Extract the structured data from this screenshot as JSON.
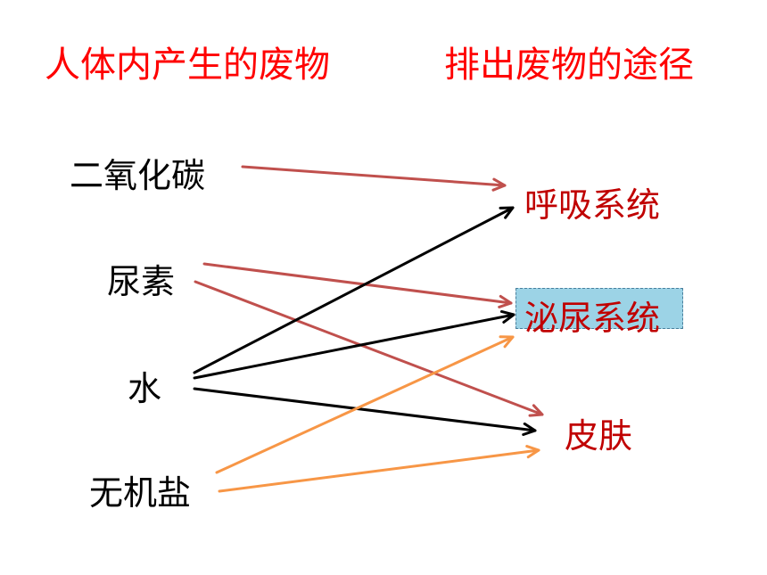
{
  "titles": {
    "left": "人体内产生的废物",
    "right": "排出废物的途径"
  },
  "wastes": [
    "二氧化碳",
    "尿素",
    "水",
    "无机盐"
  ],
  "routes": [
    "呼吸系统",
    "泌尿系统",
    "皮肤"
  ],
  "highlighted_route": "泌尿系统",
  "connections": [
    {
      "from": "二氧化碳",
      "to": "呼吸系统",
      "color": "#c0504d"
    },
    {
      "from": "尿素",
      "to": "泌尿系统",
      "color": "#c0504d"
    },
    {
      "from": "尿素",
      "to": "皮肤",
      "color": "#c0504d"
    },
    {
      "from": "水",
      "to": "呼吸系统",
      "color": "#000000"
    },
    {
      "from": "水",
      "to": "泌尿系统",
      "color": "#000000"
    },
    {
      "from": "水",
      "to": "皮肤",
      "color": "#000000"
    },
    {
      "from": "无机盐",
      "to": "泌尿系统",
      "color": "#f79646"
    },
    {
      "from": "无机盐",
      "to": "皮肤",
      "color": "#f79646"
    }
  ],
  "colors": {
    "title": "#ff0000",
    "route_text": "#c00000",
    "highlight": "#9cd3e6"
  }
}
